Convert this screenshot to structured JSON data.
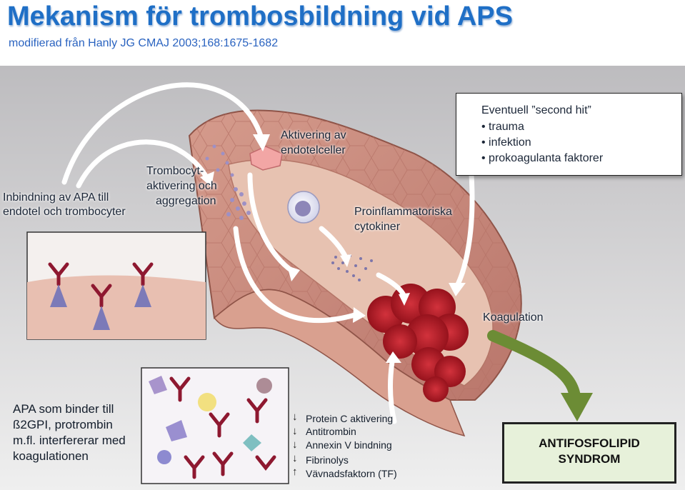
{
  "title": "Mekanism för trombosbildning vid APS",
  "subtitle": "modifierad från Hanly JG CMAJ 2003;168:1675-1682",
  "labels": {
    "inbindning_line1": "Inbindning av APA till",
    "inbindning_line2": "endotel och trombocyter",
    "trombocyt_line1": "Trombocyt-",
    "trombocyt_line2": "aktivering och",
    "trombocyt_line3": "aggregation",
    "endotel_line1": "Aktivering av",
    "endotel_line2": "endotelceller",
    "cytokin_line1": "Proinflammatoriska",
    "cytokin_line2": "cytokiner",
    "koagulation": "Koagulation"
  },
  "second_hit": {
    "heading": "Eventuell ”second hit”",
    "items": [
      "• trauma",
      "• infektion",
      "• prokoagulanta faktorer"
    ]
  },
  "apa_binding": {
    "line1": "APA som binder till",
    "line2": "ß2GPI, protrombin",
    "line3": "m.fl. interfererar med",
    "line4": "koagulationen"
  },
  "effects": [
    {
      "arrow": "down",
      "arrow_symbol": "↓",
      "text": "Protein C aktivering"
    },
    {
      "arrow": "down",
      "arrow_symbol": "↓",
      "text": "Antitrombin"
    },
    {
      "arrow": "down",
      "arrow_symbol": "↓",
      "text": "Annexin V bindning"
    },
    {
      "arrow": "down",
      "arrow_symbol": "↓",
      "text": "Fibrinolys"
    },
    {
      "arrow": "up",
      "arrow_symbol": "↑",
      "text": "Vävnadsfaktorn (TF)"
    }
  ],
  "result": {
    "line1": "ANTIFOSFOLIPID",
    "line2": "SYNDROM"
  },
  "colors": {
    "title": "#1f6fc6",
    "vessel_wall": "#c9897b",
    "vessel_inner": "#e8c3b3",
    "clot": "#a3131e",
    "syndrom_fill": "#e7f1da",
    "arrow_green": "#5e7f2a"
  }
}
